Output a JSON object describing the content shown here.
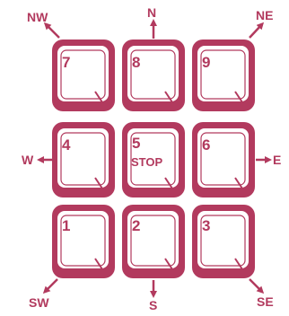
{
  "colors": {
    "accent": "#b23a5e",
    "background": "#ffffff"
  },
  "keys": [
    {
      "id": "7",
      "label": "7"
    },
    {
      "id": "8",
      "label": "8"
    },
    {
      "id": "9",
      "label": "9"
    },
    {
      "id": "4",
      "label": "4"
    },
    {
      "id": "5",
      "label": "5",
      "sublabel": "STOP"
    },
    {
      "id": "6",
      "label": "6"
    },
    {
      "id": "1",
      "label": "1"
    },
    {
      "id": "2",
      "label": "2"
    },
    {
      "id": "3",
      "label": "3"
    }
  ],
  "directions": {
    "nw": "NW",
    "n": "N",
    "ne": "NE",
    "w": "W",
    "e": "E",
    "sw": "SW",
    "s": "S",
    "se": "SE"
  }
}
